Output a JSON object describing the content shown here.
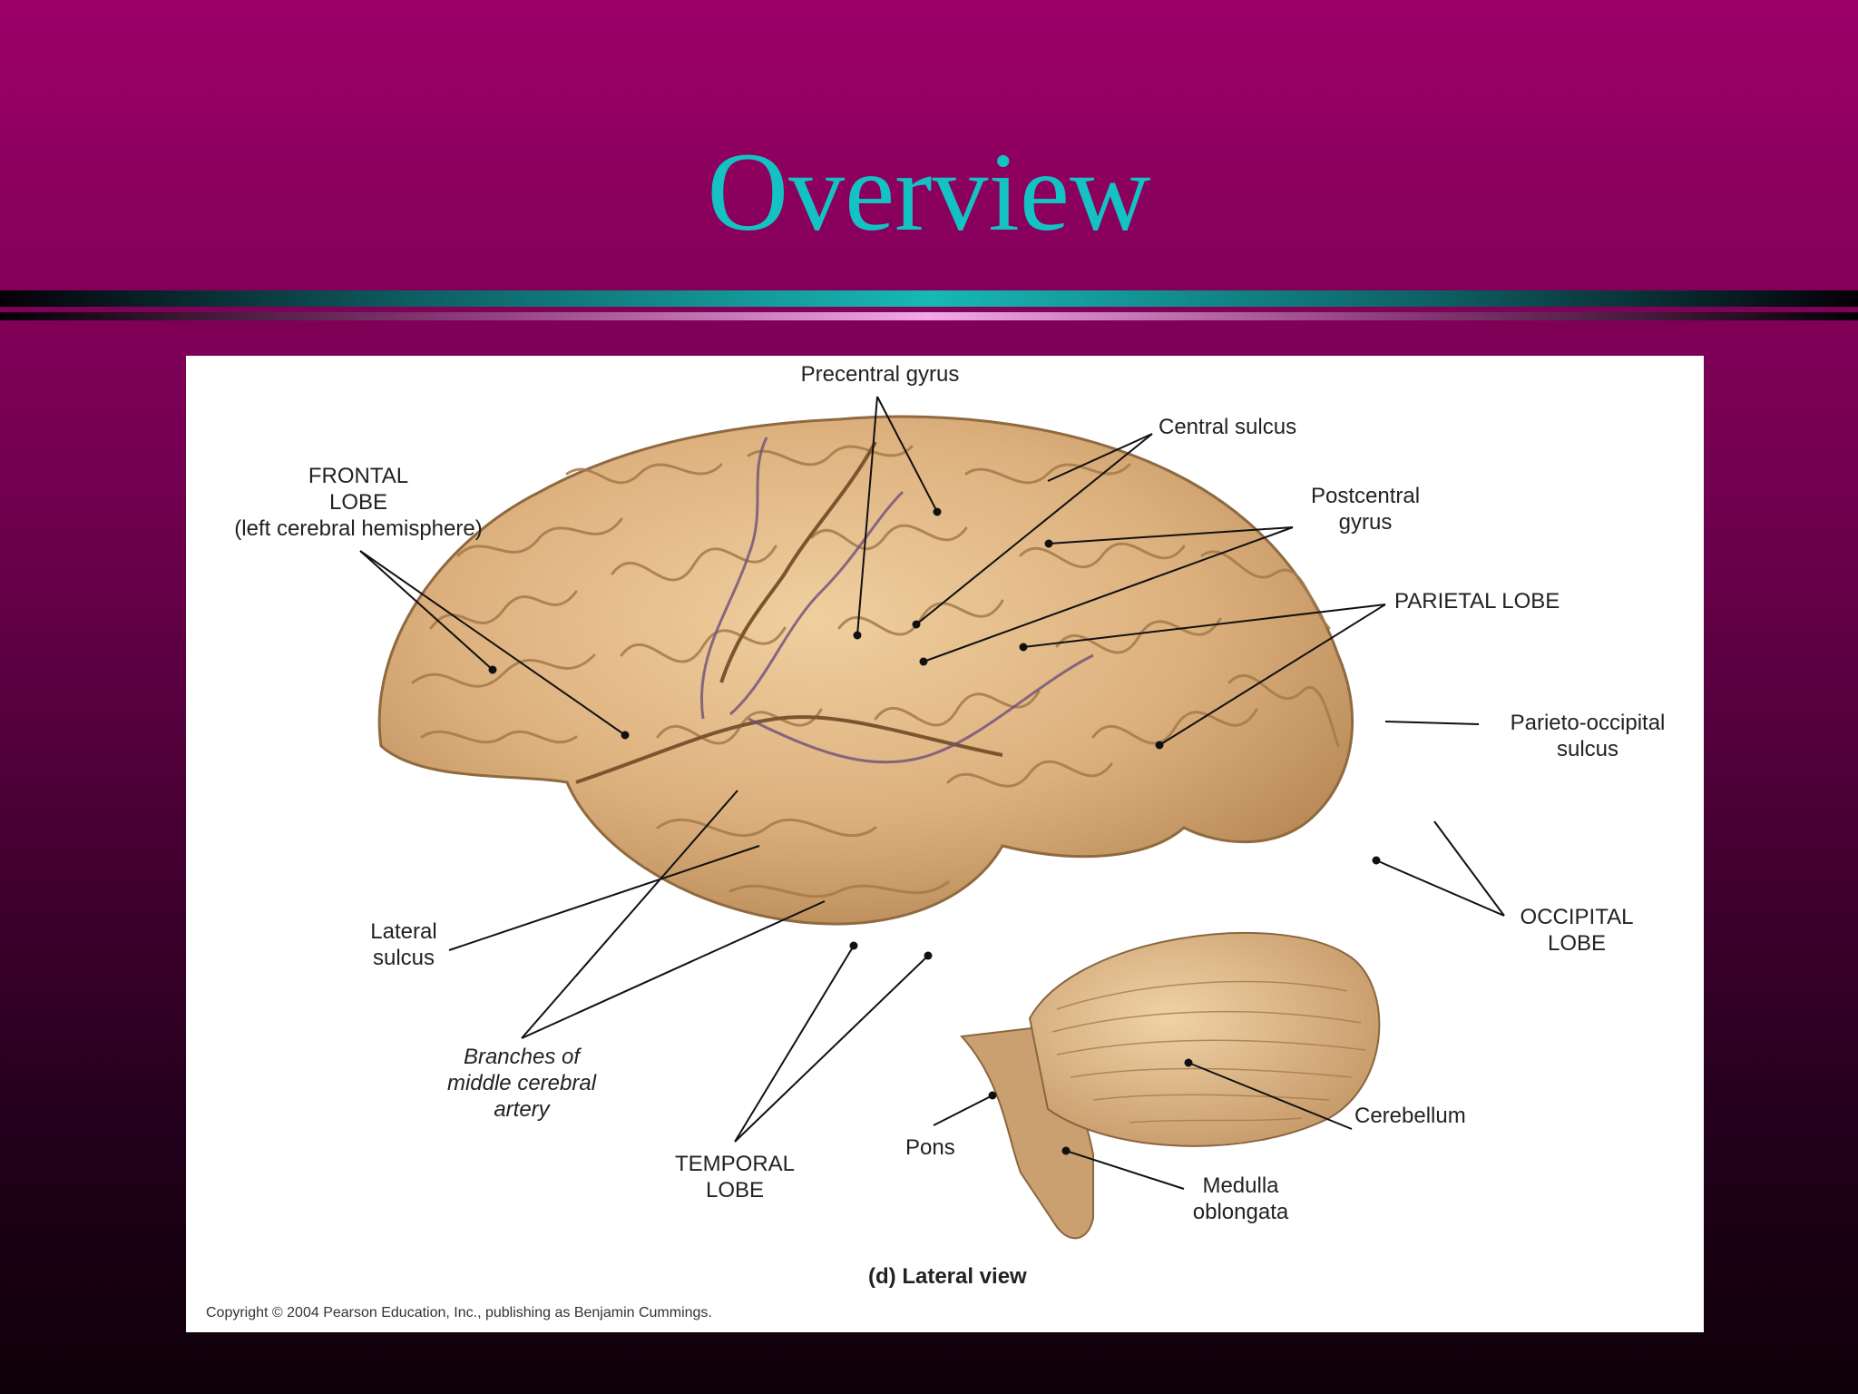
{
  "slide": {
    "title": "Overview"
  },
  "figure": {
    "labels": {
      "precentral_gyrus": "Precentral gyrus",
      "central_sulcus": "Central sulcus",
      "frontal_lobe": "FRONTAL\nLOBE\n(left cerebral hemisphere)",
      "postcentral_gyrus": "Postcentral\ngyrus",
      "parietal_lobe": "PARIETAL LOBE",
      "parieto_occipital_sulcus": "Parieto-occipital\nsulcus",
      "occipital_lobe": "OCCIPITAL\nLOBE",
      "lateral_sulcus": "Lateral\nsulcus",
      "branches_mca": "Branches of\nmiddle cerebral\nartery",
      "temporal_lobe": "TEMPORAL\nLOBE",
      "pons": "Pons",
      "cerebellum": "Cerebellum",
      "medulla_oblongata": "Medulla\noblongata"
    },
    "caption": "(d) Lateral view",
    "copyright": "Copyright © 2004 Pearson Education, Inc., publishing as Benjamin Cummings."
  },
  "colors": {
    "background_top": "#9c0068",
    "title": "#13c2c2",
    "brain": "#e2b98a"
  }
}
